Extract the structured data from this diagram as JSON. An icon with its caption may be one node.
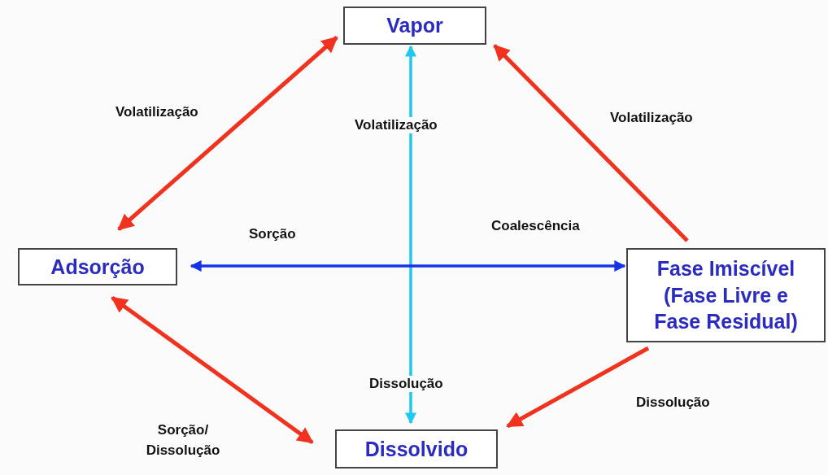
{
  "diagram": {
    "nodes": [
      {
        "text": [
          "Vapor"
        ]
      },
      {
        "text": [
          "Adsorção"
        ]
      },
      {
        "text": [
          "Fase Imiscível (Fase Livre e Fase Residual)"
        ]
      },
      {
        "text": [
          "Dissolvido"
        ]
      }
    ],
    "edges": [
      {
        "from": 1,
        "to": 0,
        "arrow": "both"
      },
      {
        "from": 2,
        "to": 0,
        "arrow": "to"
      },
      {
        "from": 3,
        "to": 0,
        "arrow": "both",
        "color": "#1ec8f0"
      },
      {
        "from": 1,
        "to": 2,
        "arrow": "both",
        "color": "#1432e6"
      },
      {
        "from": 1,
        "to": 3,
        "arrow": "both"
      },
      {
        "from": 2,
        "to": 3,
        "arrow": "to"
      }
    ],
    "labels": [
      "Volatilização",
      "Volatilização",
      "Volatilização",
      "Sorção",
      "Coalescência",
      "Dissolução",
      "Dissolução",
      "Sorção/ Dissolução"
    ]
  }
}
